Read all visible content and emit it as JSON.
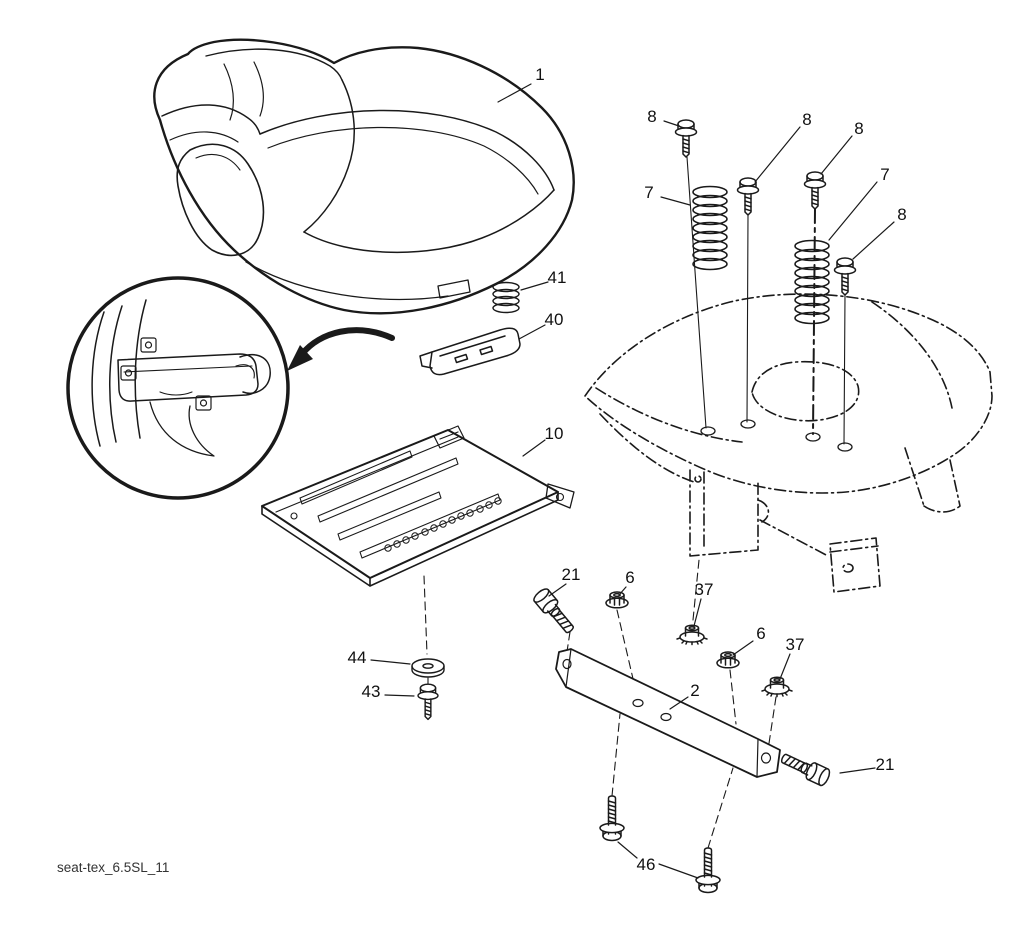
{
  "page": {
    "background": "#ffffff",
    "ink": "#1a1a1a"
  },
  "diagram": {
    "type": "exploded-parts-diagram",
    "filename": "seat-tex_6.5SL_11",
    "callouts": {
      "seat1": "1",
      "bolt8_a": "8",
      "bolt8_b": "8",
      "bolt8_c": "8",
      "bolt8_d": "8",
      "spring7_a": "7",
      "spring7_b": "7",
      "spring41": "41",
      "clip40": "40",
      "pan10": "10",
      "shoulder21_a": "21",
      "shoulder21_b": "21",
      "nut6_a": "6",
      "nut6_b": "6",
      "nut37_a": "37",
      "nut37_b": "37",
      "bracket2": "2",
      "washer44": "44",
      "bolt43": "43",
      "bolt46": "46"
    }
  }
}
